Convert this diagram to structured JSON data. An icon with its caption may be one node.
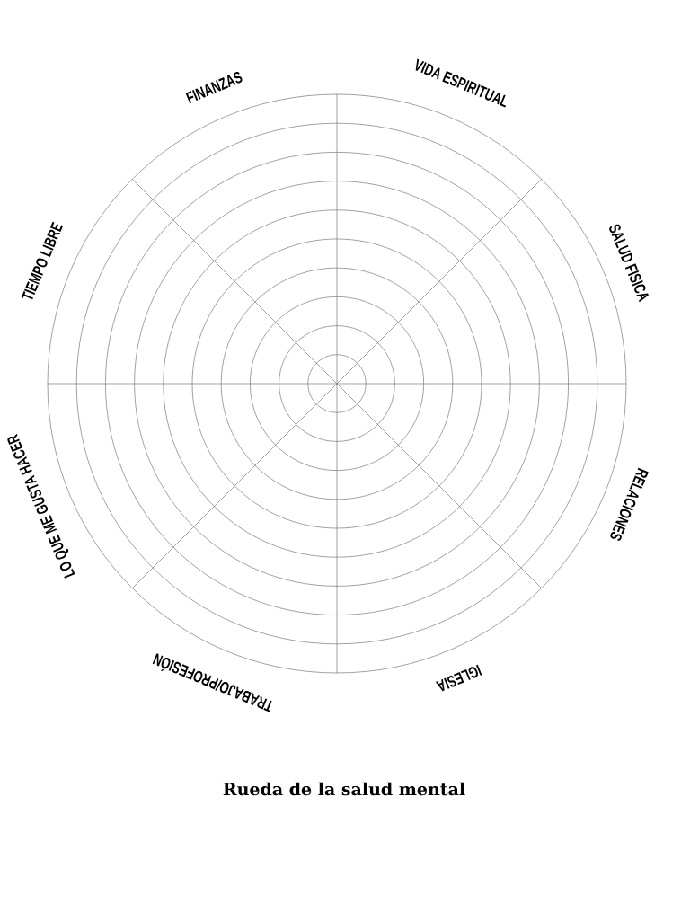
{
  "diagram": {
    "title": "Rueda de la salud mental",
    "labels": [
      "FINANZAS",
      "VIDA ESPIRITUAL",
      "TIEMPO LIBRE",
      "SALUD FISICA",
      "LO QUE ME GUSTA HACER",
      "RELACIONES",
      "TRABAJO/PROFESIÓN",
      "IGLESIA"
    ]
  }
}
